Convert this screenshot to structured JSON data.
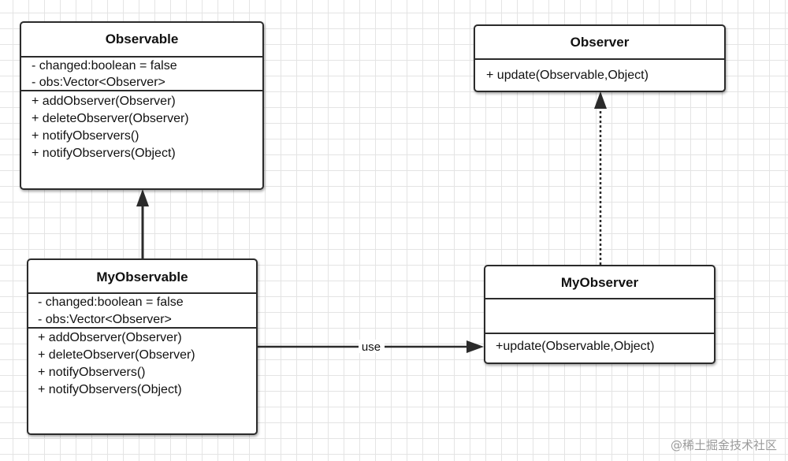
{
  "classes": {
    "observable": {
      "name": "Observable",
      "attributes": [
        "- changed:boolean = false",
        "- obs:Vector<Observer>"
      ],
      "methods": [
        "+ addObserver(Observer)",
        "+ deleteObserver(Observer)",
        "+ notifyObservers()",
        "+ notifyObservers(Object)"
      ]
    },
    "observer": {
      "name": "Observer",
      "methods": [
        "+ update(Observable,Object)"
      ]
    },
    "my_observable": {
      "name": "MyObservable",
      "attributes": [
        "- changed:boolean = false",
        "- obs:Vector<Observer>"
      ],
      "methods": [
        "+ addObserver(Observer)",
        "+ deleteObserver(Observer)",
        "+ notifyObservers()",
        "+ notifyObservers(Object)"
      ]
    },
    "my_observer": {
      "name": "MyObserver",
      "methods": [
        "+update(Observable,Object)"
      ]
    }
  },
  "relations": {
    "use_label": "use"
  },
  "watermark": "@稀土掘金技术社区",
  "colors": {
    "line": "#2b2b2b",
    "grid": "#e4e4e4"
  }
}
